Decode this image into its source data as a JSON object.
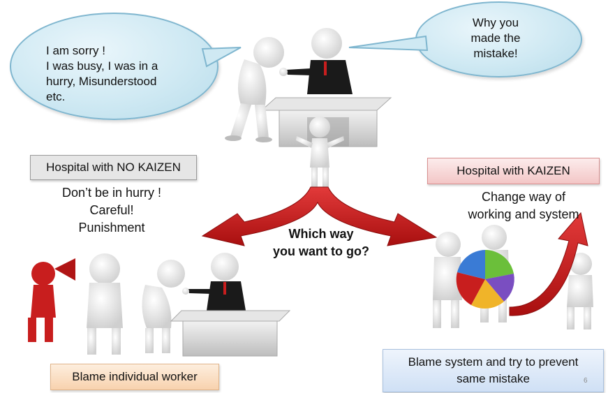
{
  "left_bubble": {
    "line1": "I am sorry !",
    "line2": "I was busy, I was in a",
    "line3": "hurry, Misunderstood",
    "line4": "etc."
  },
  "right_bubble": {
    "line1": "Why you",
    "line2": "made the",
    "line3": "mistake!"
  },
  "no_kaizen": {
    "title": "Hospital with NO KAIZEN",
    "line1": "Don’t be in hurry !",
    "line2": "Careful!",
    "line3": "Punishment",
    "footer": "Blame individual worker"
  },
  "kaizen": {
    "title": "Hospital with KAIZEN",
    "line1": "Change way of",
    "line2": "working and system",
    "footer_line1": "Blame system and try to prevent",
    "footer_line2": "same mistake",
    "page_number": "6"
  },
  "question": {
    "line1": "Which way",
    "line2": "you want to go?"
  },
  "colors": {
    "bubble_fill": "#cfe9f3",
    "arrow_red": "#c81e1e",
    "no_kaizen_box": "#e6e6e6",
    "blame_worker_box": "#fbe1c8",
    "kaizen_box": "#f7d6d6",
    "blame_system_box": "#d8e6f7"
  }
}
